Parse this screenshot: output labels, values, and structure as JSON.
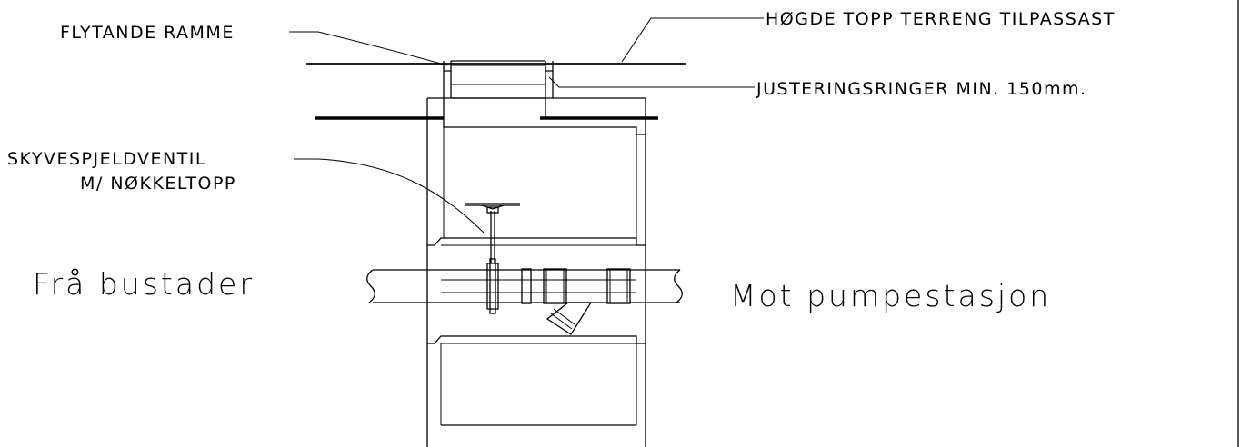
{
  "labels": {
    "floating_frame": "FLYTANDE RAMME",
    "terrain_height": "HØGDE TOPP TERRENG TILPASSAST",
    "adjusting_rings": "JUSTERINGSRINGER MIN. 150mm.",
    "gate_valve_line1": "SKYVESPJELDVENTIL",
    "gate_valve_line2": "M/ NØKKELTOPP",
    "from_houses": "Frå bustader",
    "to_pump_station": "Mot pumpestasjon"
  }
}
